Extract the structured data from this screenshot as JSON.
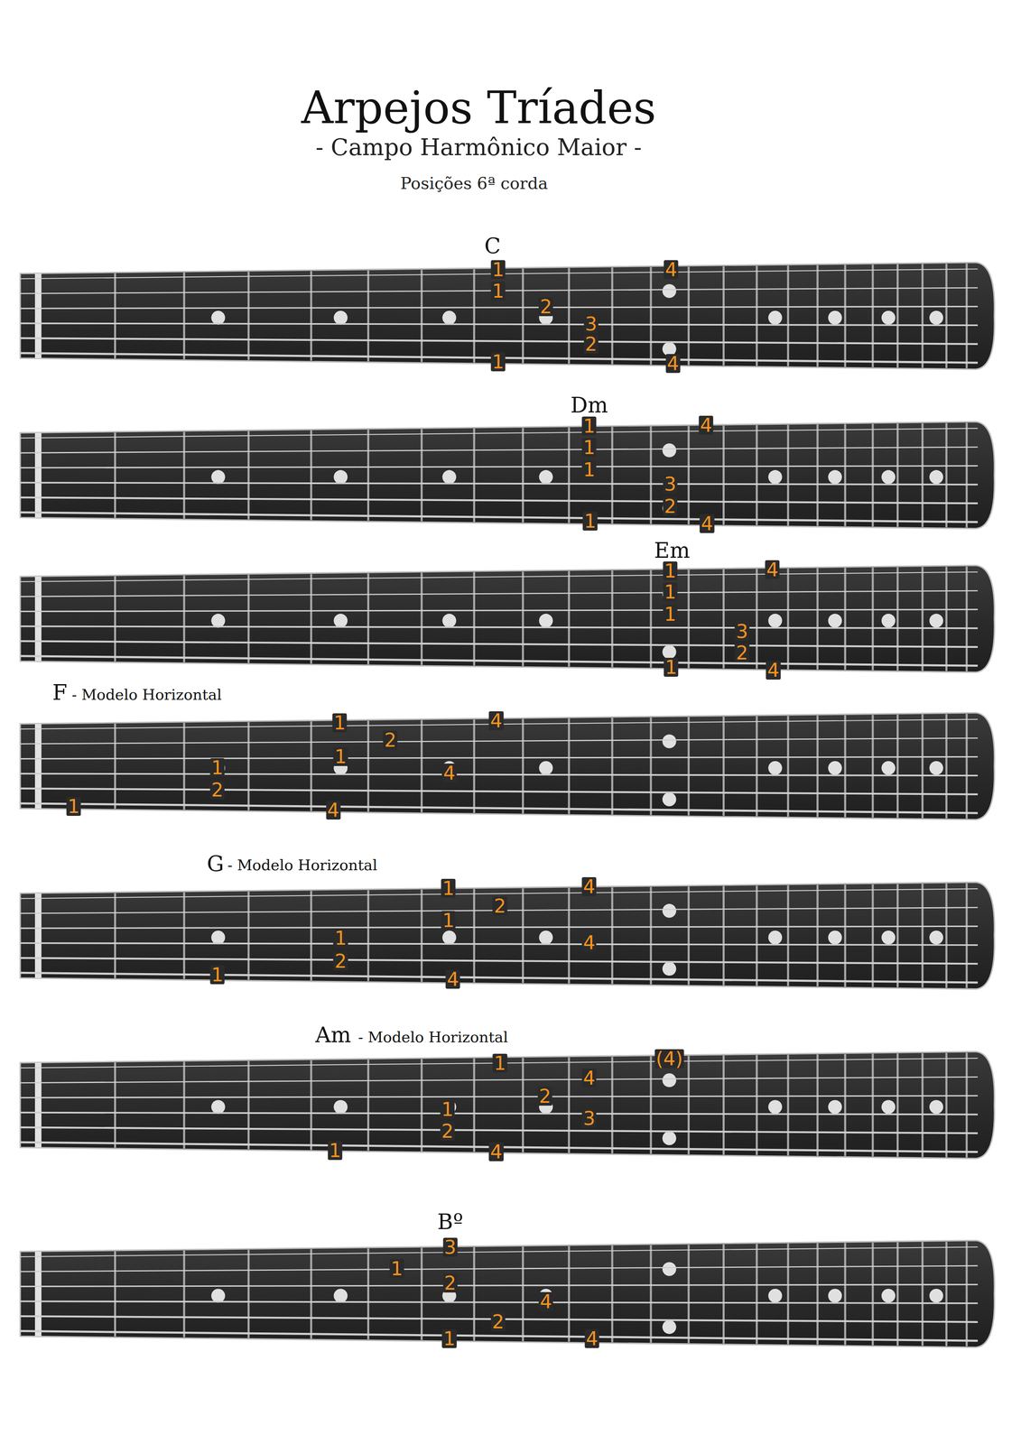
{
  "diagram": {
    "title": "Arpejos Tríades",
    "labels": [
      "- Campo Harmônico Maior -",
      "Posições 6ª corda",
      "C",
      "1",
      "4",
      "1",
      "2",
      "3",
      "2",
      "1",
      "4",
      "Dm",
      "1",
      "4",
      "1",
      "1",
      "3",
      "2",
      "1",
      "4",
      "Em",
      "1",
      "4",
      "1",
      "1",
      "3",
      "2",
      "1",
      "4",
      "F",
      "- Modelo Horizontal",
      "1",
      "4",
      "2",
      "1",
      "1",
      "4",
      "2",
      "1",
      "4",
      "G",
      "- Modelo Horizontal",
      "1",
      "4",
      "2",
      "1",
      "1",
      "4",
      "2",
      "1",
      "4",
      "Am",
      "- Modelo Horizontal",
      "1",
      "(4)",
      "4",
      "2",
      "1",
      "3",
      "2",
      "1",
      "4",
      "Bº",
      "3",
      "1",
      "2",
      "4",
      "2",
      "1",
      "4"
    ]
  }
}
